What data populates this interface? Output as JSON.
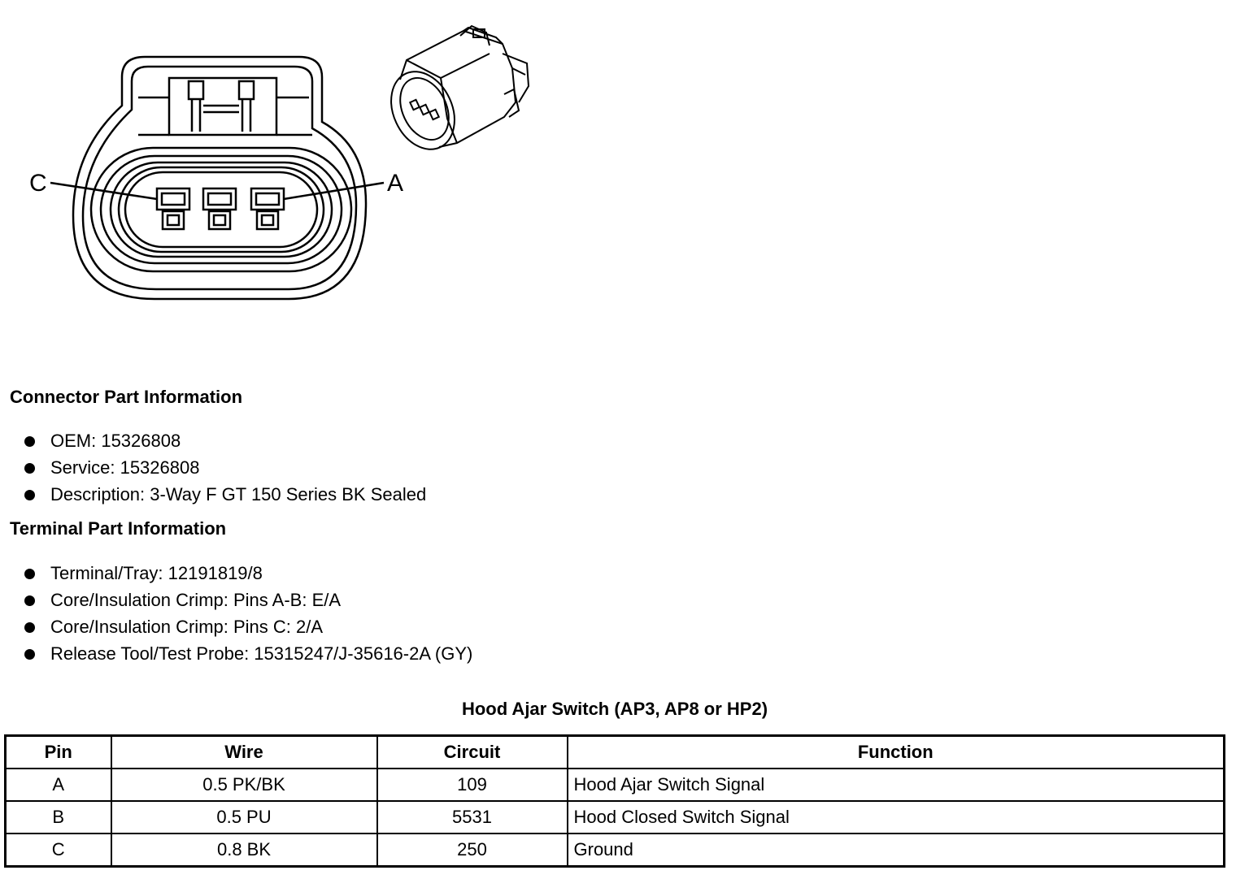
{
  "diagram": {
    "pin_labels": {
      "left": "C",
      "right": "A"
    }
  },
  "connector_info": {
    "heading": "Connector Part Information",
    "items": [
      "OEM: 15326808",
      "Service: 15326808",
      "Description: 3-Way F GT 150 Series BK Sealed"
    ]
  },
  "terminal_info": {
    "heading": "Terminal Part Information",
    "items": [
      "Terminal/Tray: 12191819/8",
      "Core/Insulation Crimp: Pins A-B: E/A",
      "Core/Insulation Crimp: Pins C: 2/A",
      "Release Tool/Test Probe: 15315247/J-35616-2A (GY)"
    ]
  },
  "pin_table": {
    "title": "Hood Ajar Switch (AP3, AP8 or HP2)",
    "headers": {
      "pin": "Pin",
      "wire": "Wire",
      "circuit": "Circuit",
      "function": "Function"
    },
    "rows": [
      {
        "pin": "A",
        "wire": "0.5 PK/BK",
        "circuit": "109",
        "function": "Hood Ajar Switch Signal"
      },
      {
        "pin": "B",
        "wire": "0.5 PU",
        "circuit": "5531",
        "function": "Hood Closed Switch Signal"
      },
      {
        "pin": "C",
        "wire": "0.8 BK",
        "circuit": "250",
        "function": "Ground"
      }
    ]
  }
}
